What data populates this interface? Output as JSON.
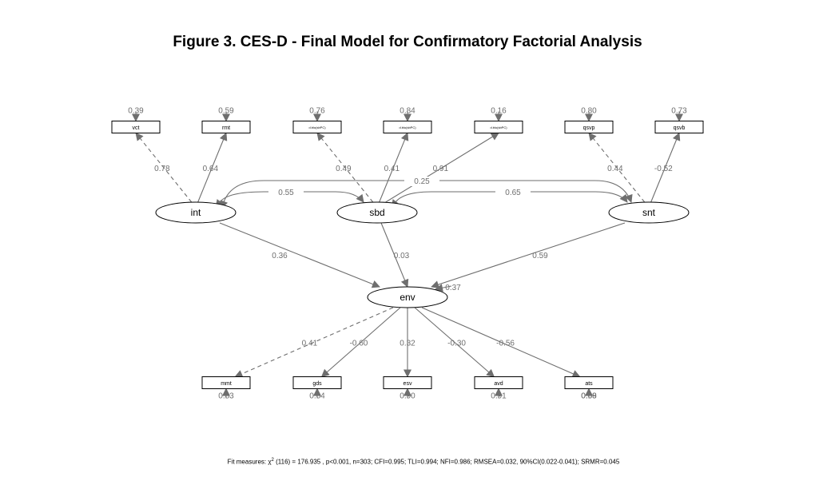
{
  "title": "Figure 3. CES-D - Final Model for Confirmatory Factorial Analysis",
  "fit": {
    "prefix": "Fit measures: χ",
    "sup": "2",
    "suffix": " (116) = 176.935 , p<0.001, n=303; CFI=0.995; TLI=0.994; NFI=0.986; RMSEA=0.032, 90%CI(0.022-0.041); SRMR=0.045"
  },
  "colors": {
    "path": "#6e6e6e",
    "label": "#6e6e6e",
    "box": "#000000"
  },
  "latents": [
    {
      "id": "int",
      "label": "int"
    },
    {
      "id": "sbd",
      "label": "sbd"
    },
    {
      "id": "snt",
      "label": "snt"
    },
    {
      "id": "env",
      "label": "env"
    }
  ],
  "top_indicators": [
    {
      "id": "vct",
      "label": "vct",
      "residual": "0.39",
      "loading": "0.78",
      "factor": "int",
      "dashed": true
    },
    {
      "id": "rmt",
      "label": "rmt",
      "residual": "0.59",
      "loading": "0.64",
      "factor": "int",
      "dashed": false
    },
    {
      "id": "dsb1",
      "label": "d.blu(sbPC)",
      "residual": "0.76",
      "loading": "0.49",
      "factor": "sbd",
      "dashed": true
    },
    {
      "id": "dsb2",
      "label": "d.blu(sbPC)",
      "residual": "0.84",
      "loading": "0.41",
      "factor": "sbd",
      "dashed": false
    },
    {
      "id": "dsb3",
      "label": "d.blu(sbPC)",
      "residual": "0.16",
      "loading": "0.91",
      "factor": "sbd",
      "dashed": false
    },
    {
      "id": "qsvp",
      "label": "qsvp",
      "residual": "0.80",
      "loading": "0.44",
      "factor": "snt",
      "dashed": true
    },
    {
      "id": "qsvb",
      "label": "qsvb",
      "residual": "0.73",
      "loading": "-0.52",
      "factor": "snt",
      "dashed": false
    }
  ],
  "bottom_indicators": [
    {
      "id": "mmt",
      "label": "mmt",
      "residual": "0.83",
      "loading": "0.41",
      "dashed": true
    },
    {
      "id": "gds",
      "label": "gds",
      "residual": "0.64",
      "loading": "-0.60",
      "dashed": false
    },
    {
      "id": "esv",
      "label": "esv",
      "residual": "0.90",
      "loading": "0.32",
      "dashed": false
    },
    {
      "id": "avd",
      "label": "avd",
      "residual": "0.91",
      "loading": "-0.30",
      "dashed": false
    },
    {
      "id": "ats",
      "label": "ats",
      "residual": "0.68",
      "residual_overlap": "0.69",
      "loading": "-0.56",
      "dashed": false
    }
  ],
  "structural_paths": [
    {
      "from": "int",
      "to": "env",
      "value": "0.36"
    },
    {
      "from": "sbd",
      "to": "env",
      "value": "0.03"
    },
    {
      "from": "snt",
      "to": "env",
      "value": "0.59"
    }
  ],
  "env_residual": "0.37",
  "covariances": [
    {
      "from": "int",
      "to": "sbd",
      "value": "0.55"
    },
    {
      "from": "int",
      "to": "snt",
      "value": "0.25"
    },
    {
      "from": "sbd",
      "to": "snt",
      "value": "0.65"
    }
  ]
}
